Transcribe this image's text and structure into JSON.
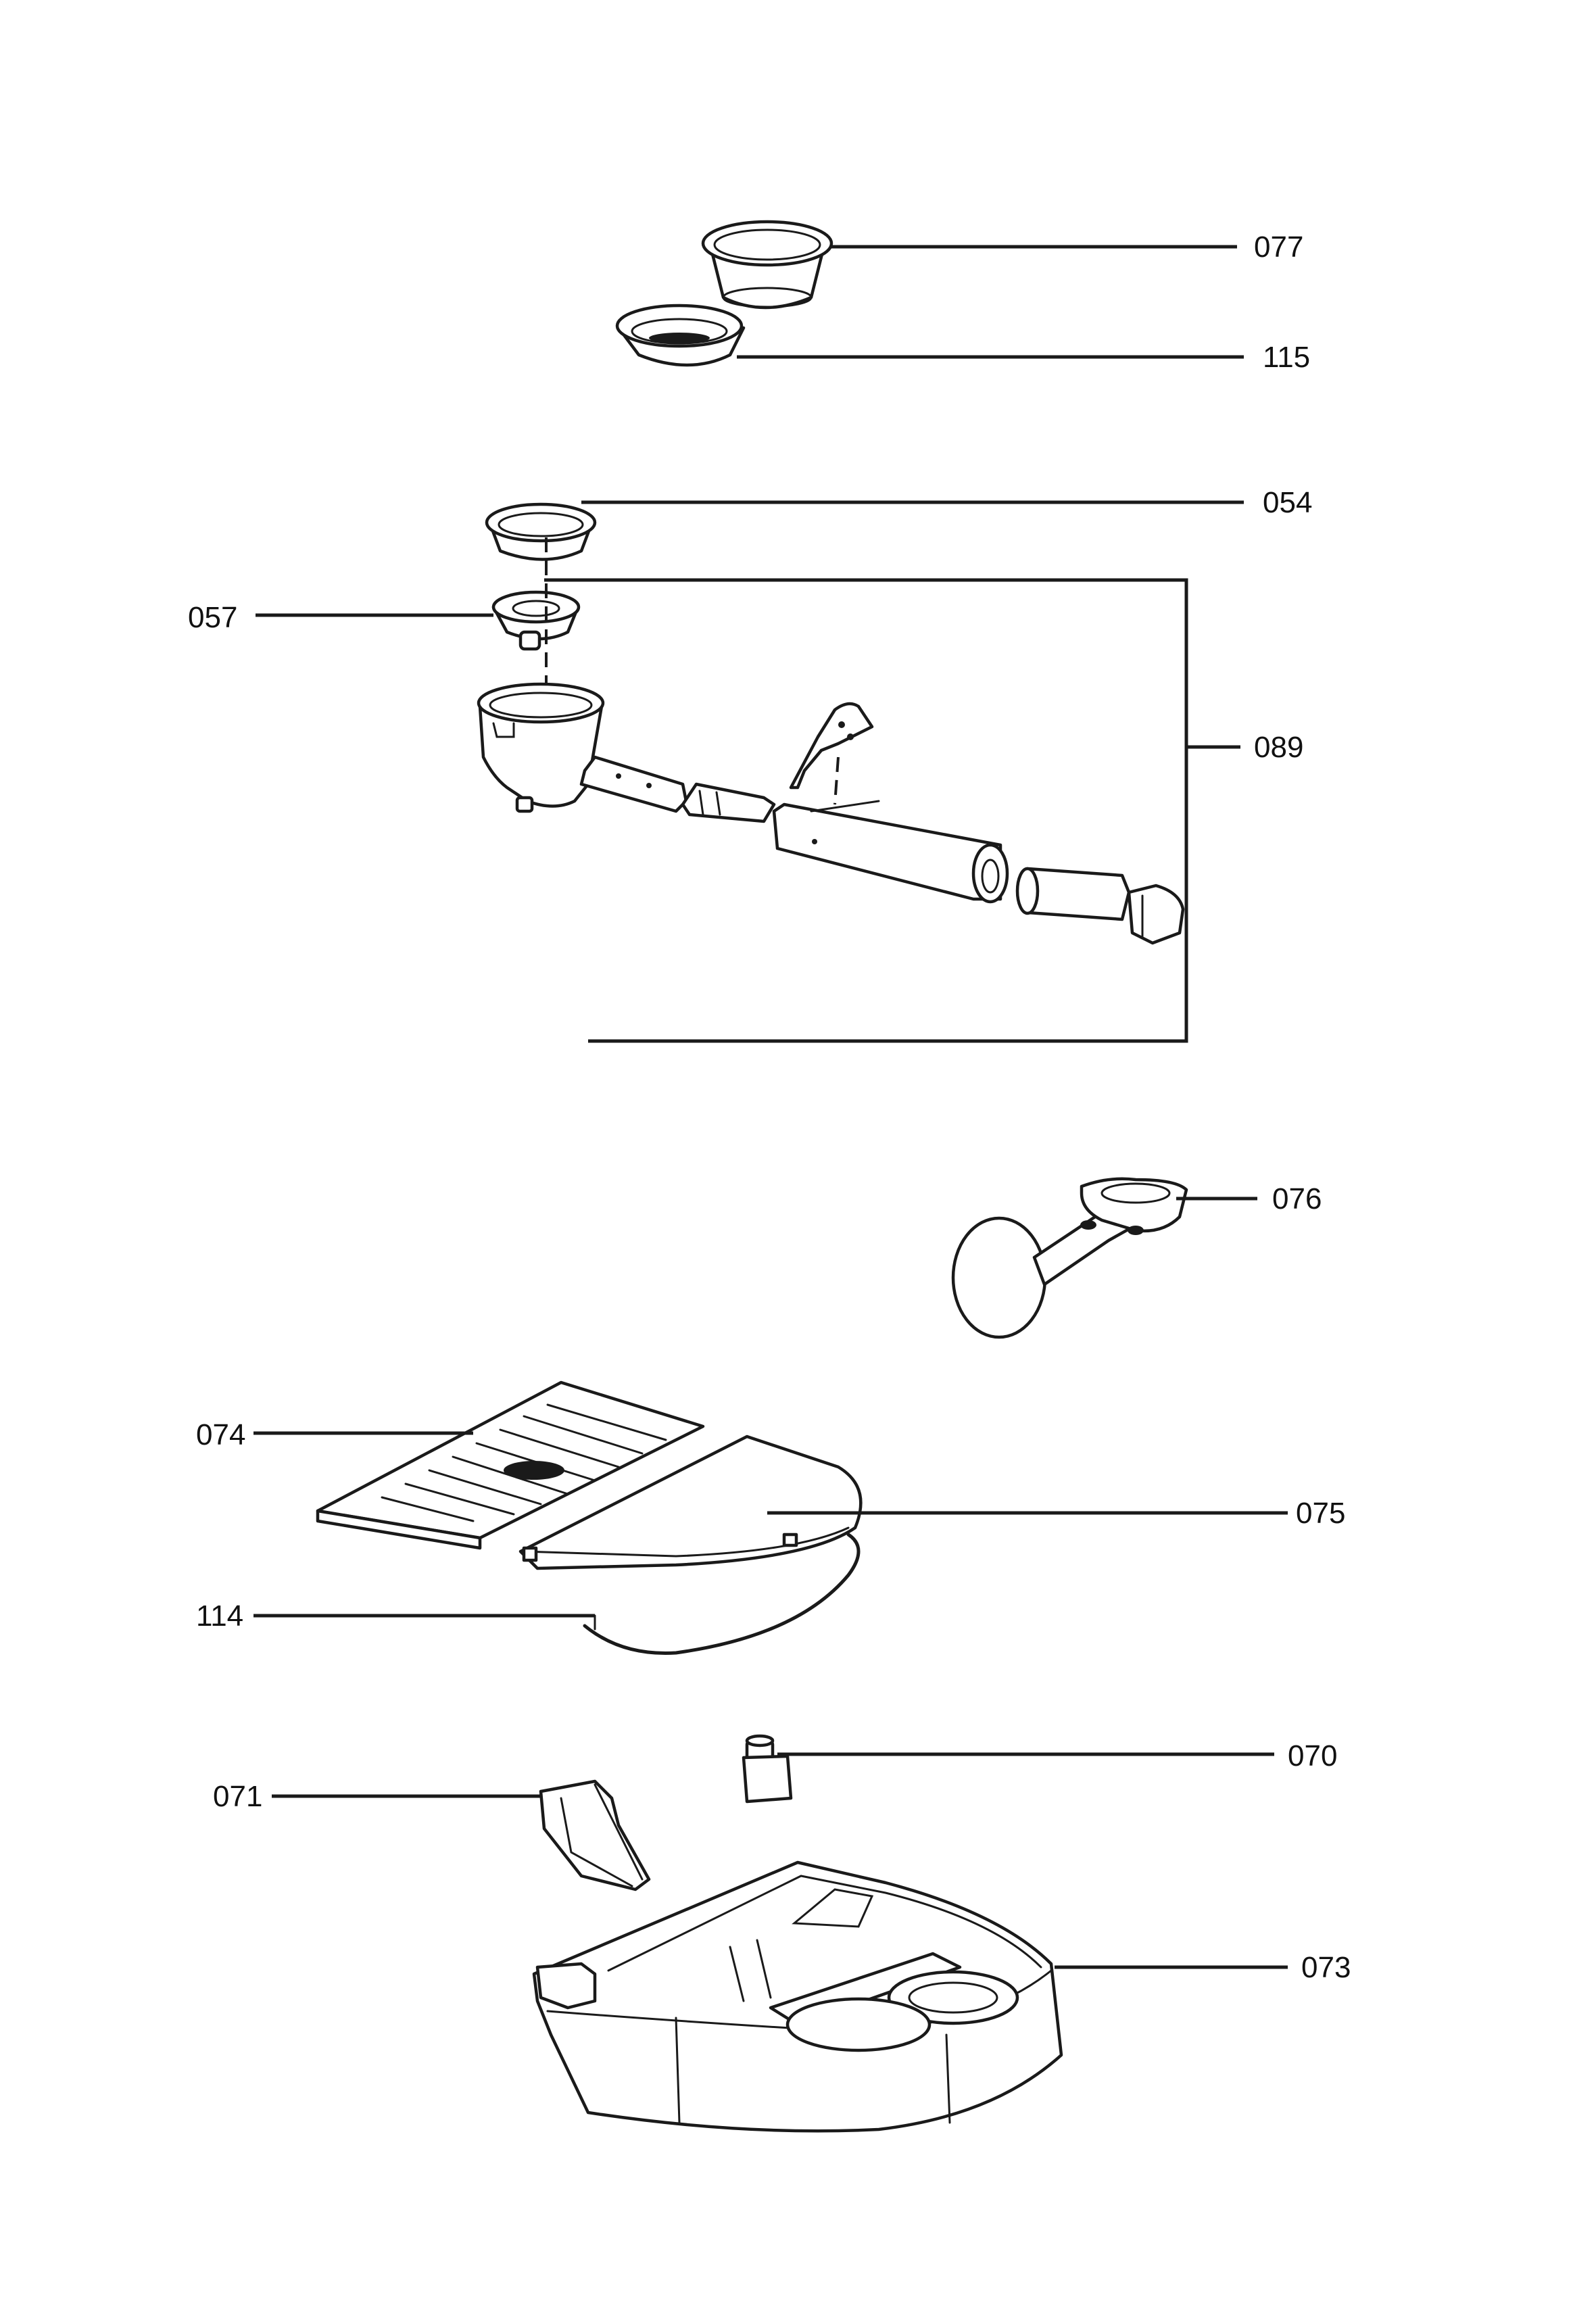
{
  "parts": [
    {
      "id": "p077",
      "number": "077",
      "icon": "filter-basket-double-icon"
    },
    {
      "id": "p115",
      "number": "115",
      "icon": "filter-basket-single-icon"
    },
    {
      "id": "p054",
      "number": "054",
      "icon": "filter-ring-icon"
    },
    {
      "id": "p057",
      "number": "057",
      "icon": "crema-valve-icon"
    },
    {
      "id": "p089",
      "number": "089",
      "icon": "portafilter-assembly-icon"
    },
    {
      "id": "p076",
      "number": "076",
      "icon": "measuring-scoop-tamper-icon"
    },
    {
      "id": "p074",
      "number": "074",
      "icon": "drip-grid-icon"
    },
    {
      "id": "p075",
      "number": "075",
      "icon": "drip-tray-cover-icon"
    },
    {
      "id": "p114",
      "number": "114",
      "icon": "seal-strip-icon"
    },
    {
      "id": "p070",
      "number": "070",
      "icon": "float-pin-icon"
    },
    {
      "id": "p071",
      "number": "071",
      "icon": "bracket-icon"
    },
    {
      "id": "p073",
      "number": "073",
      "icon": "drip-tray-icon"
    }
  ]
}
